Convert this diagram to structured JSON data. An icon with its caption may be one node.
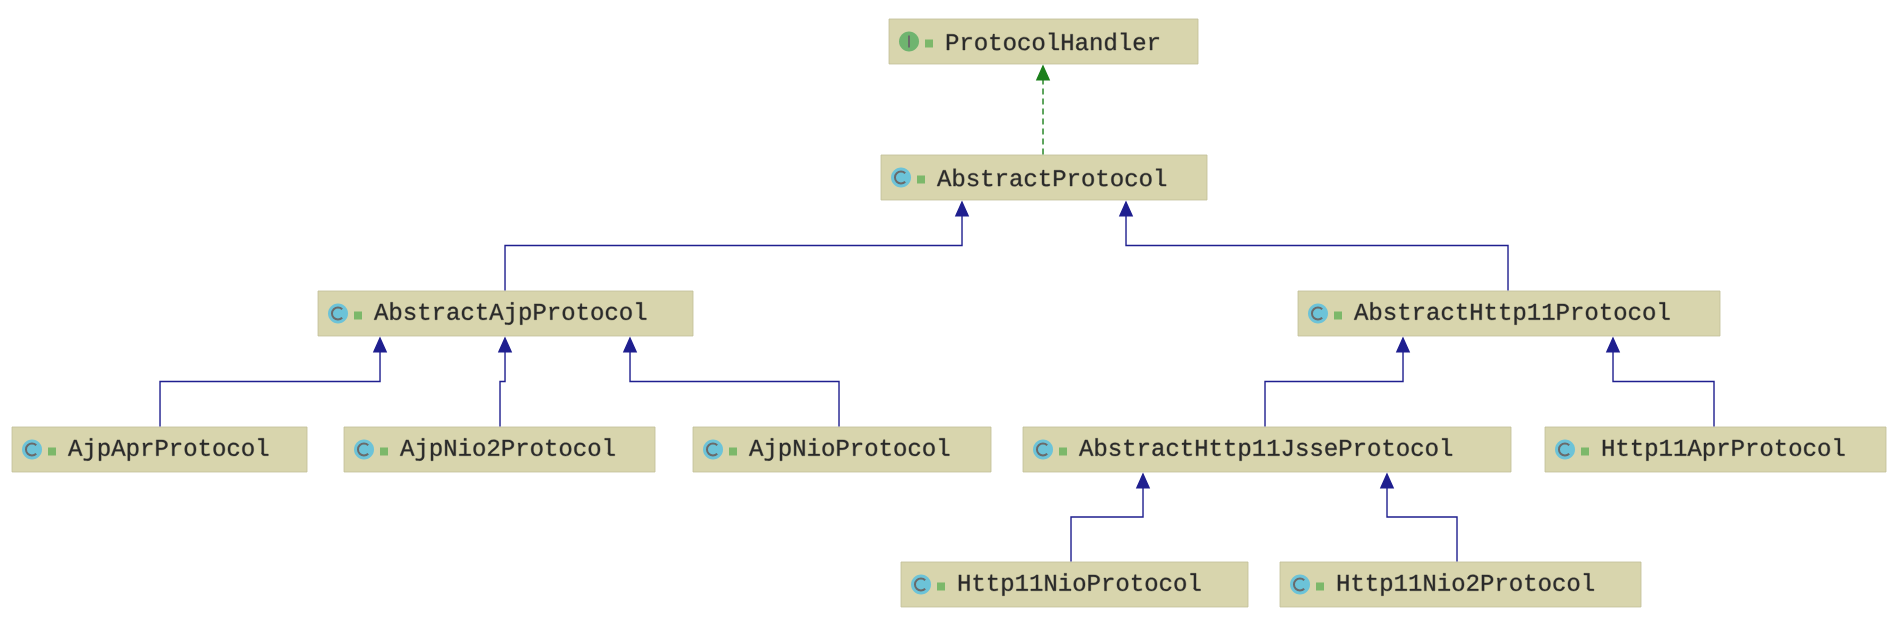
{
  "diagram": {
    "nodes": [
      {
        "text": [
          "ProtocolHandler"
        ]
      },
      {
        "text": [
          "AbstractProtocol"
        ]
      },
      {
        "text": [
          "AbstractAjpProtocol"
        ]
      },
      {
        "text": [
          "AbstractHttp11Protocol"
        ]
      },
      {
        "text": [
          "AjpAprProtocol"
        ]
      },
      {
        "text": [
          "AjpNio2Protocol"
        ]
      },
      {
        "text": [
          "AjpNioProtocol"
        ]
      },
      {
        "text": [
          "AbstractHttp11JsseProtocol"
        ]
      },
      {
        "text": [
          "Http11AprProtocol"
        ]
      },
      {
        "text": [
          "Http11NioProtocol"
        ]
      },
      {
        "text": [
          "Http11Nio2Protocol"
        ]
      }
    ],
    "edges": [
      {
        "from": 1,
        "to": 0,
        "arrow": "to",
        "style": "dashed",
        "color": "#1b7f1b"
      },
      {
        "from": 2,
        "to": 1,
        "arrow": "to"
      },
      {
        "from": 3,
        "to": 1,
        "arrow": "to"
      },
      {
        "from": 4,
        "to": 2,
        "arrow": "to"
      },
      {
        "from": 5,
        "to": 2,
        "arrow": "to"
      },
      {
        "from": 6,
        "to": 2,
        "arrow": "to"
      },
      {
        "from": 7,
        "to": 3,
        "arrow": "to"
      },
      {
        "from": 8,
        "to": 3,
        "arrow": "to"
      },
      {
        "from": 9,
        "to": 7,
        "arrow": "to"
      },
      {
        "from": 10,
        "to": 7,
        "arrow": "to"
      }
    ]
  }
}
